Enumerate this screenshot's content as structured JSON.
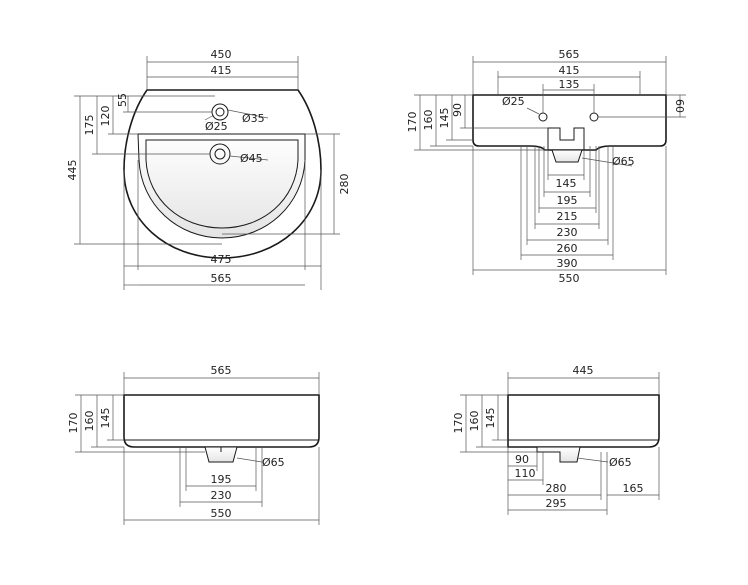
{
  "top_view": {
    "d450": "450",
    "d415": "415",
    "d55": "55",
    "d120": "120",
    "d175": "175",
    "d445": "445",
    "hole35": "Ø35",
    "hole25": "Ø25",
    "hole45": "Ø45",
    "d280": "280",
    "d475": "475",
    "d565": "565"
  },
  "rear_view": {
    "d565": "565",
    "d415": "415",
    "d135": "135",
    "hole25": "Ø25",
    "d90": "90",
    "d145": "145",
    "d160": "160",
    "d170": "170",
    "d60": "60",
    "hole65": "Ø65",
    "d145b": "145",
    "d195": "195",
    "d215": "215",
    "d230": "230",
    "d260": "260",
    "d390": "390",
    "d550": "550"
  },
  "front_view": {
    "d565": "565",
    "d170": "170",
    "d160": "160",
    "d145": "145",
    "hole65": "Ø65",
    "d195": "195",
    "d230": "230",
    "d550": "550"
  },
  "side_view": {
    "d445": "445",
    "d170": "170",
    "d160": "160",
    "d145": "145",
    "d90": "90",
    "d110": "110",
    "hole65": "Ø65",
    "d280": "280",
    "d295": "295",
    "d165": "165"
  }
}
